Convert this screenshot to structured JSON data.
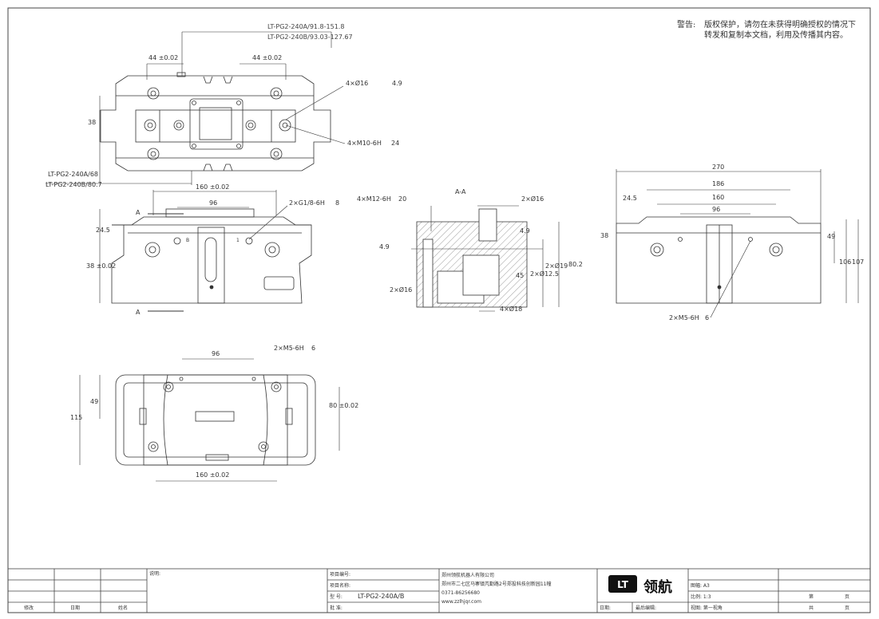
{
  "warning": {
    "label": "警告:",
    "line1": "版权保护，请勿在未获得明确授权的情况下",
    "line2": "转发和复制本文档，利用及传播其内容。"
  },
  "dims": {
    "range_a": "LT-PG2-240A/91.8-151.8",
    "range_b": "LT-PG2-240B/93.03-127.67",
    "w44_left": "44 ±0.02",
    "w44_right": "44 ±0.02",
    "holes_16": "4×Ø16",
    "holes_16_depth": "4.9",
    "m10": "4×M10-6H",
    "m10_depth": "24",
    "d38": "38",
    "lt_a": "LT-PG2-240A/68",
    "lt_b": "LT-PG2-240B/80.7",
    "front_160": "160 ±0.02",
    "front_96": "96",
    "g18": "2×G1/8-6H",
    "g18_depth": "8",
    "a_top": "A",
    "a_bot": "A",
    "front_245": "24.5",
    "front_38": "38 ±0.02",
    "port_b": "B",
    "port_1": "1",
    "sec_title": "A-A",
    "m12": "4×M12-6H",
    "m12_depth": "20",
    "sec_16": "2×Ø16",
    "sec_49": "4.9",
    "sec_49b": "4.9",
    "sec_45": "45",
    "sec_125": "2×Ø12.5",
    "sec_19": "2×Ø19",
    "sec_802": "80.2",
    "sec_18": "4×Ø18",
    "sec_16b": "2×Ø16",
    "side_270": "270",
    "side_186": "186",
    "side_160": "160",
    "side_96": "96",
    "side_245": "24.5",
    "side_38": "38",
    "side_49": "49",
    "side_106": "106",
    "side_107": "107",
    "side_m5": "2×M5-6H",
    "side_m5_depth": "6",
    "bot_96": "96",
    "bot_m5": "2×M5-6H",
    "bot_m5_depth": "6",
    "bot_115": "115",
    "bot_49": "49",
    "bot_80": "80 ±0.02",
    "bot_160": "160 ±0.02"
  },
  "title_block": {
    "note_label": "说明:",
    "project_no": "项目编号:",
    "project_name": "项目名称:",
    "model_label": "型  号:",
    "model_value": "LT-PG2-240A/B",
    "approve": "批  准:",
    "company": "郑州领航机器人有限公司",
    "address": "郑州市二七区马寨镇芃勤路2号郑投科技创新园11幢",
    "phone": "0371-86256680",
    "website": "www.zzlhjqr.com",
    "logo_mark": "LT",
    "logo_name": "领航",
    "sheet_size": "图幅: A3",
    "scale": "比例: 1:3",
    "page_a": "第",
    "page_a2": "页",
    "date_label": "日期:",
    "last_edit": "最后编辑:",
    "view": "视图: 第一视角",
    "total": "共",
    "total2": "页",
    "rev": "修改",
    "date_col": "日期",
    "name_col": "姓名"
  }
}
